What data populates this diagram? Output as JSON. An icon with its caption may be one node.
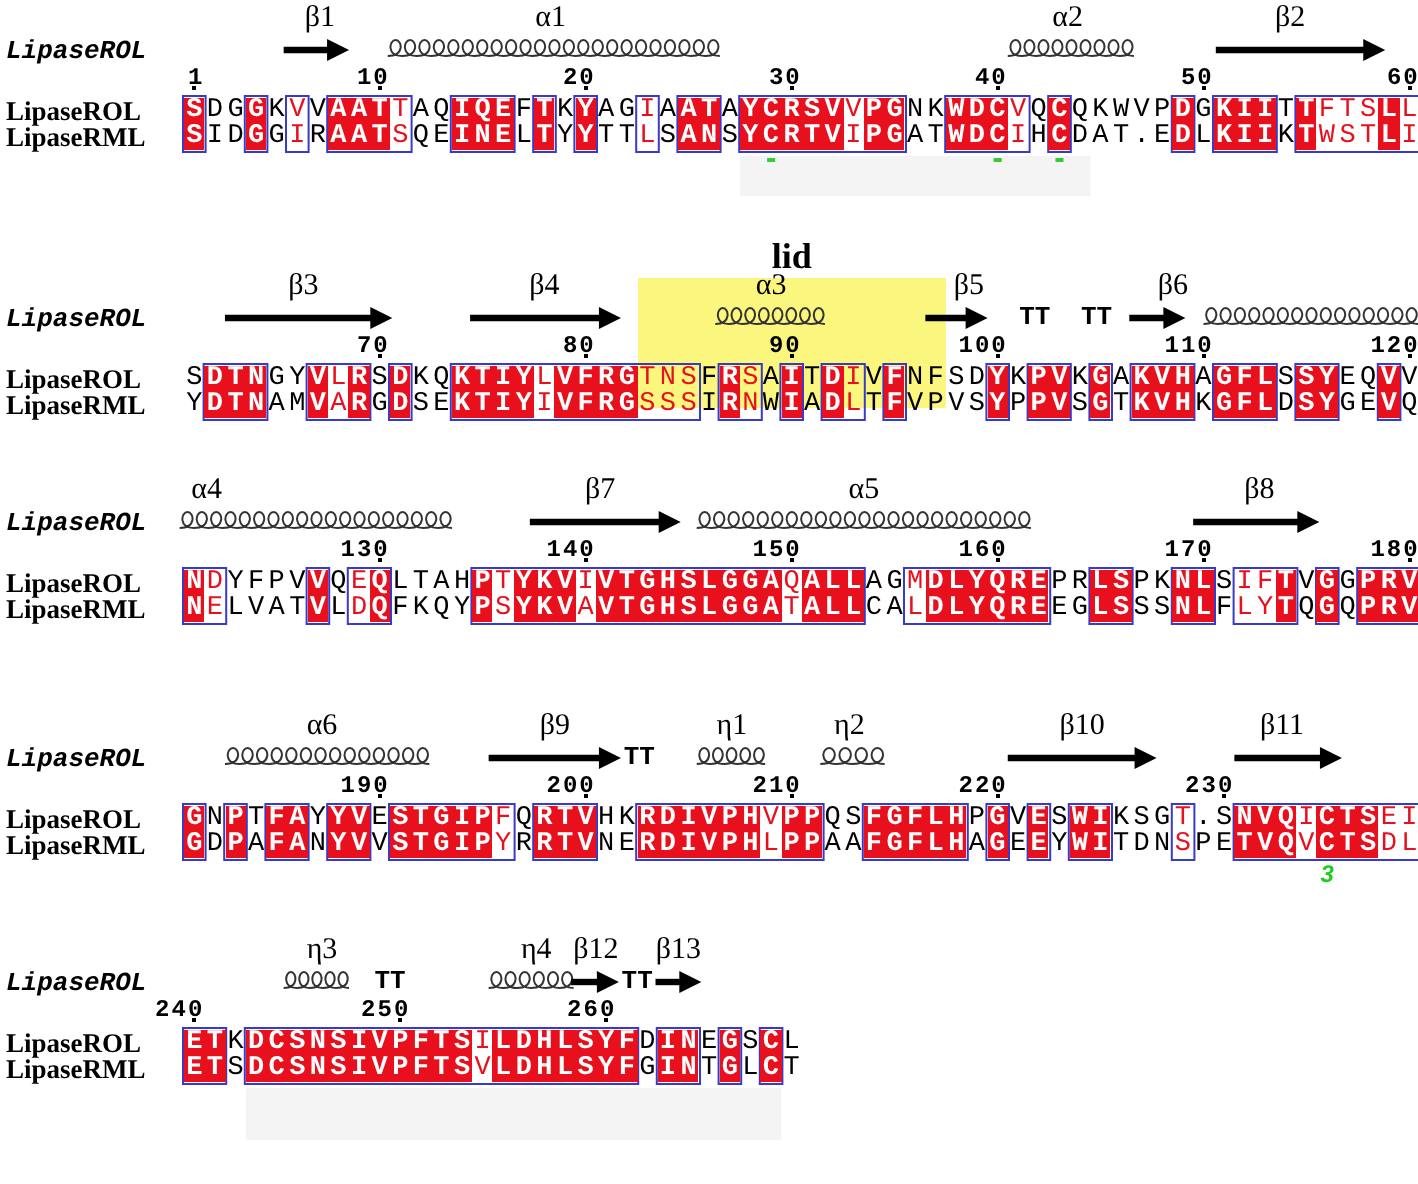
{
  "diagram": {
    "nodes": [
      {
        "text": [
          "lid"
        ]
      }
    ],
    "labels": [
      "β1",
      "α1",
      "α2",
      "β2",
      "LipaseROL",
      "1",
      "10",
      "20",
      "30",
      "40",
      "50",
      "60",
      "LipaseROL",
      "SDGGKVVAATTAQIQEFTKYAGIAATAYCRSVVPGNKWDCVQCQKWVPDGKIITTFTSLL",
      "LipaseRML",
      "SIDGGIRAATSQEINELTYYTTLSANSYCRTVIPGATWDCIHCDAT.EDLKIIKTWSTLI",
      "β3",
      "β4",
      "α3",
      "β5",
      "β6",
      "LipaseROL",
      "TT",
      "TT",
      "70",
      "80",
      "90",
      "100",
      "110",
      "120",
      "LipaseROL",
      "SDTNGYVLRSDKQKTIYLVFRGTNSFRSAITDIVFNFSDYKPVKGAKVHAGFLSSYEQVV",
      "LipaseRML",
      "YDTNAMVARGDSEKTIYIVFRGSSSIRNWIADLTFVPVSYPPVSGTKVHKGFLDSYGEVQ",
      "α4",
      "β7",
      "α5",
      "β8",
      "LipaseROL",
      "130",
      "140",
      "150",
      "160",
      "170",
      "180",
      "LipaseROL",
      "NDYFPVVQEQLTAHPTYKVIVTGHSLGGAQALLAGMDLYQREPRLSPKNLSIFTVGGPRV",
      "LipaseRML",
      "NELVATVLDQFKQYPSYKVAVTGHSLGGATALLCALDLYQREEGLSSSNLFLYTQGQPRV",
      "α6",
      "β9",
      "η1",
      "η2",
      "β10",
      "β11",
      "LipaseROL",
      "TT",
      "190",
      "200",
      "210",
      "220",
      "230",
      "LipaseROL",
      "GNPTFAYYVESTGIPFQRTVHKRDIVPHVPPQSFGFLHPGVESWIKSGT.SNVQICTSEI",
      "LipaseRML",
      "GDPAFANYVVSTGIPYRRTVNERDIVPHLPPAAFGFLHAGEEYWITDNSPETVQVCTSDL",
      "3",
      "η3",
      "η4",
      "β12",
      "β13",
      "LipaseROL",
      "TT",
      "TT",
      "240",
      "250",
      "260",
      "LipaseROL",
      "ETKDCSNSIVPFTSILDHLSYFDINEGSCL",
      "LipaseRML",
      "ETSDCSNSIVPFTSVLDHLSYFGINTGLCT"
    ]
  }
}
